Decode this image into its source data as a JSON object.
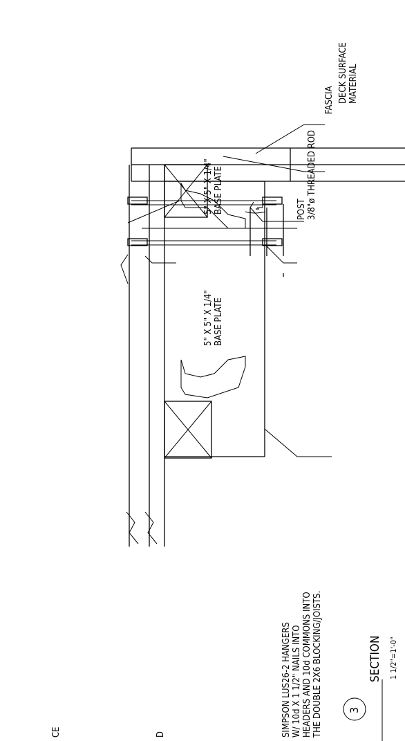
{
  "labels": {
    "deck_surface_line1": "DECK SURFACE",
    "deck_surface_line2": "MATERIAL",
    "fascia": "FASCIA",
    "post": "POST",
    "threaded_rod": "3/8\"ø THREADED ROD",
    "base_plate_top_line1": "5\" X 5\" X 1/4\"",
    "base_plate_top_line2": "BASE PLATE",
    "base_plate_bottom_line1": "5\" X 5\" X 1/4\"",
    "base_plate_bottom_line2": "BASE PLATE",
    "hangers_line1": "SIMPSON LUS26-2 HANGERS",
    "hangers_line2": "W/ 10d X 1 1/2\" NAILS INTO",
    "hangers_line3": "HEADERS AND 10d COMMONS INTO",
    "hangers_line4": "THE DOUBLE 2X6 BLOCKING/JOISTS.",
    "cropped_ce": "CE",
    "cropped_d": "D"
  },
  "section_tag": {
    "number": "3",
    "title": "SECTION",
    "scale": "1 1/2\"=1'-0\""
  }
}
